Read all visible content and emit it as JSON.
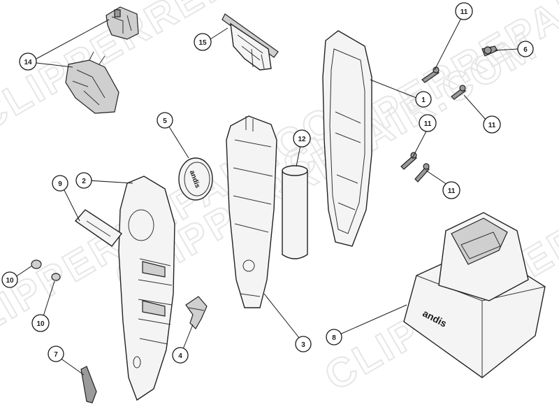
{
  "watermark": "CLIPPERREPAIR.COM",
  "brand_logo": "andis",
  "callouts": [
    {
      "id": "c14",
      "label": "14"
    },
    {
      "id": "c15",
      "label": "15"
    },
    {
      "id": "c11a",
      "label": "11"
    },
    {
      "id": "c6",
      "label": "6"
    },
    {
      "id": "c1",
      "label": "1"
    },
    {
      "id": "c11b",
      "label": "11"
    },
    {
      "id": "c11c",
      "label": "11"
    },
    {
      "id": "c11d",
      "label": "11"
    },
    {
      "id": "c5",
      "label": "5"
    },
    {
      "id": "c12",
      "label": "12"
    },
    {
      "id": "c2",
      "label": "2"
    },
    {
      "id": "c9",
      "label": "9"
    },
    {
      "id": "c10a",
      "label": "10"
    },
    {
      "id": "c10b",
      "label": "10"
    },
    {
      "id": "c4",
      "label": "4"
    },
    {
      "id": "c3",
      "label": "3"
    },
    {
      "id": "c8",
      "label": "8"
    },
    {
      "id": "c7",
      "label": "7"
    }
  ]
}
